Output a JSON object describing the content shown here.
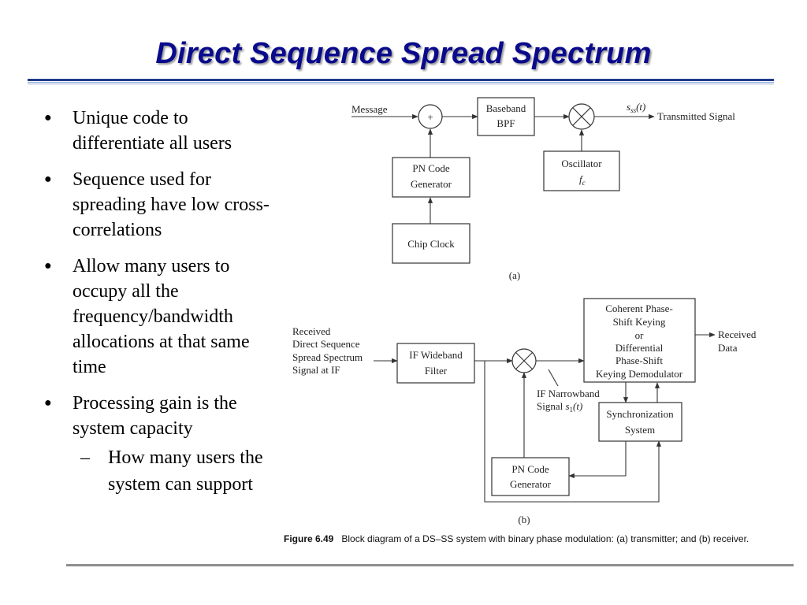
{
  "slide": {
    "title": "Direct Sequence Spread Spectrum"
  },
  "bullets": [
    {
      "text": "Unique code to differentiate all users"
    },
    {
      "text": "Sequence used for spreading have low cross-correlations"
    },
    {
      "text": "Allow many users to occupy all the frequency/bandwidth allocations at that same time"
    },
    {
      "text": "Processing gain is the system capacity",
      "sub": "How many users the system can support"
    }
  ],
  "transmitter": {
    "message": "Message",
    "adder": "+",
    "bpf": [
      "Baseband",
      "BPF"
    ],
    "output_signal": "s",
    "output_sub": "ss",
    "output_arg": "(t)",
    "output_label": "Transmitted Signal",
    "pn_code": [
      "PN Code",
      "Generator"
    ],
    "chip_clock": "Chip Clock",
    "oscillator": "Oscillator",
    "osc_freq": "f",
    "osc_freq_sub": "c",
    "label": "(a)"
  },
  "receiver": {
    "input": [
      "Received",
      "Direct Sequence",
      "Spread Spectrum",
      "Signal at IF"
    ],
    "if_filter": [
      "IF Wideband",
      "Filter"
    ],
    "demodulator": [
      "Coherent Phase-",
      "Shift Keying",
      "or",
      "Differential",
      "Phase-Shift",
      "Keying Demodulator"
    ],
    "output": [
      "Received",
      "Data"
    ],
    "narrowband_line1": "IF Narrowband",
    "narrowband_line2": "Signal",
    "narrowband_sym": "s",
    "narrowband_sub": "1",
    "narrowband_arg": "(t)",
    "sync": [
      "Synchronization",
      "System"
    ],
    "pn_code": [
      "PN Code",
      "Generator"
    ],
    "label": "(b)"
  },
  "caption": {
    "figure": "Figure 6.49",
    "text": "Block diagram of a DS–SS system with binary phase modulation: (a) transmitter; and (b) receiver."
  }
}
